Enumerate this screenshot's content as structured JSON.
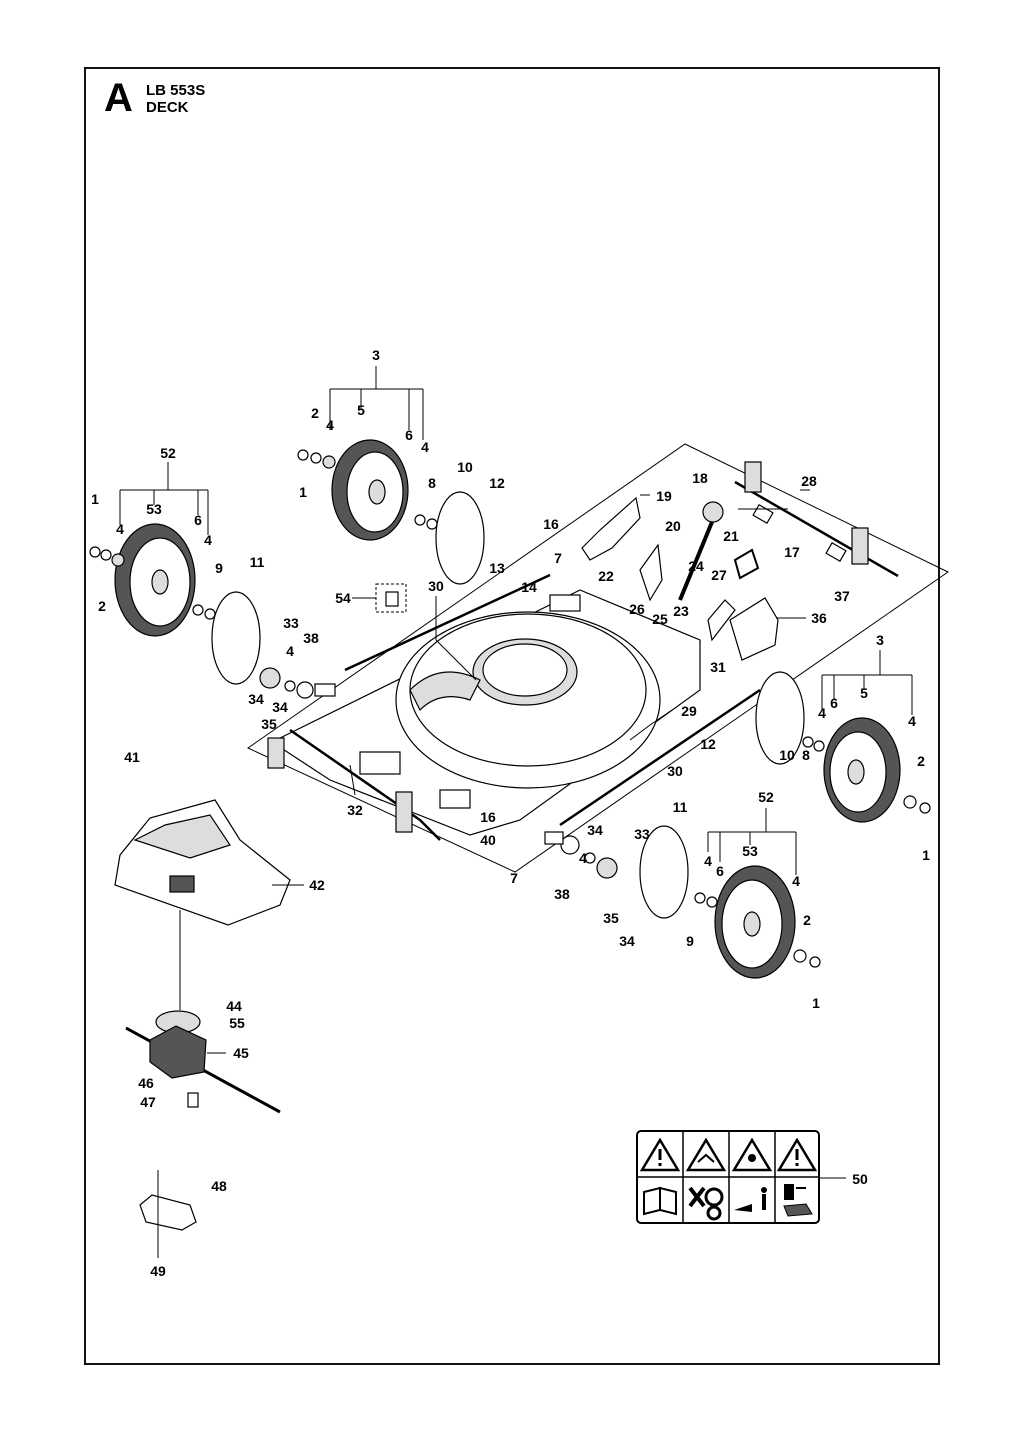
{
  "header": {
    "section_letter": "A",
    "model": "LB 553S",
    "section_name": "DECK"
  },
  "callouts": [
    {
      "id": "c3a",
      "text": "3"
    },
    {
      "id": "c2a",
      "text": "2"
    },
    {
      "id": "c4a",
      "text": "4"
    },
    {
      "id": "c5a",
      "text": "5"
    },
    {
      "id": "c6a",
      "text": "6"
    },
    {
      "id": "c4b",
      "text": "4"
    },
    {
      "id": "c1a",
      "text": "1"
    },
    {
      "id": "c8a",
      "text": "8"
    },
    {
      "id": "c10a",
      "text": "10"
    },
    {
      "id": "c12a",
      "text": "12"
    },
    {
      "id": "c52a",
      "text": "52"
    },
    {
      "id": "c1b",
      "text": "1"
    },
    {
      "id": "c53a",
      "text": "53"
    },
    {
      "id": "c4c",
      "text": "4"
    },
    {
      "id": "c6b",
      "text": "6"
    },
    {
      "id": "c4d",
      "text": "4"
    },
    {
      "id": "c9a",
      "text": "9"
    },
    {
      "id": "c11a",
      "text": "11"
    },
    {
      "id": "c2b",
      "text": "2"
    },
    {
      "id": "c33a",
      "text": "33"
    },
    {
      "id": "c38a",
      "text": "38"
    },
    {
      "id": "c4e",
      "text": "4"
    },
    {
      "id": "c34a",
      "text": "34"
    },
    {
      "id": "c34b",
      "text": "34"
    },
    {
      "id": "c35a",
      "text": "35"
    },
    {
      "id": "c54",
      "text": "54"
    },
    {
      "id": "c30a",
      "text": "30"
    },
    {
      "id": "c13",
      "text": "13"
    },
    {
      "id": "c14",
      "text": "14"
    },
    {
      "id": "c16a",
      "text": "16"
    },
    {
      "id": "c7a",
      "text": "7"
    },
    {
      "id": "c18",
      "text": "18"
    },
    {
      "id": "c19",
      "text": "19"
    },
    {
      "id": "c20",
      "text": "20"
    },
    {
      "id": "c21",
      "text": "21"
    },
    {
      "id": "c22",
      "text": "22"
    },
    {
      "id": "c24",
      "text": "24"
    },
    {
      "id": "c17",
      "text": "17"
    },
    {
      "id": "c28",
      "text": "28"
    },
    {
      "id": "c27",
      "text": "27"
    },
    {
      "id": "c26",
      "text": "26"
    },
    {
      "id": "c25",
      "text": "25"
    },
    {
      "id": "c23",
      "text": "23"
    },
    {
      "id": "c37",
      "text": "37"
    },
    {
      "id": "c36",
      "text": "36"
    },
    {
      "id": "c31",
      "text": "31"
    },
    {
      "id": "c3b",
      "text": "3"
    },
    {
      "id": "c5b",
      "text": "5"
    },
    {
      "id": "c6c",
      "text": "6"
    },
    {
      "id": "c4f",
      "text": "4"
    },
    {
      "id": "c4g",
      "text": "4"
    },
    {
      "id": "c29",
      "text": "29"
    },
    {
      "id": "c12b",
      "text": "12"
    },
    {
      "id": "c10b",
      "text": "10"
    },
    {
      "id": "c8b",
      "text": "8"
    },
    {
      "id": "c2c",
      "text": "2"
    },
    {
      "id": "c30b",
      "text": "30"
    },
    {
      "id": "c1c",
      "text": "1"
    },
    {
      "id": "c41",
      "text": "41"
    },
    {
      "id": "c32",
      "text": "32"
    },
    {
      "id": "c16b",
      "text": "16"
    },
    {
      "id": "c40",
      "text": "40"
    },
    {
      "id": "c7b",
      "text": "7"
    },
    {
      "id": "c34c",
      "text": "34"
    },
    {
      "id": "c33b",
      "text": "33"
    },
    {
      "id": "c11b",
      "text": "11"
    },
    {
      "id": "c52b",
      "text": "52"
    },
    {
      "id": "c4h",
      "text": "4"
    },
    {
      "id": "c6d",
      "text": "6"
    },
    {
      "id": "c53b",
      "text": "53"
    },
    {
      "id": "c4i",
      "text": "4"
    },
    {
      "id": "c38b",
      "text": "38"
    },
    {
      "id": "c4j",
      "text": "4"
    },
    {
      "id": "c35b",
      "text": "35"
    },
    {
      "id": "c34d",
      "text": "34"
    },
    {
      "id": "c9b",
      "text": "9"
    },
    {
      "id": "c2d",
      "text": "2"
    },
    {
      "id": "c1d",
      "text": "1"
    },
    {
      "id": "c42",
      "text": "42"
    },
    {
      "id": "c44",
      "text": "44"
    },
    {
      "id": "c55",
      "text": "55"
    },
    {
      "id": "c45",
      "text": "45"
    },
    {
      "id": "c46",
      "text": "46"
    },
    {
      "id": "c47",
      "text": "47"
    },
    {
      "id": "c48",
      "text": "48"
    },
    {
      "id": "c49",
      "text": "49"
    },
    {
      "id": "c50",
      "text": "50"
    }
  ],
  "decal": {
    "label_part": "50",
    "icons": [
      "warning-triangle-icon",
      "warning-triangle-icon",
      "warning-triangle-icon",
      "warning-triangle-icon",
      "manual-book-icon",
      "no-hands-blade-icon",
      "thrown-object-bystander-icon",
      "fuel-refill-icon"
    ]
  }
}
